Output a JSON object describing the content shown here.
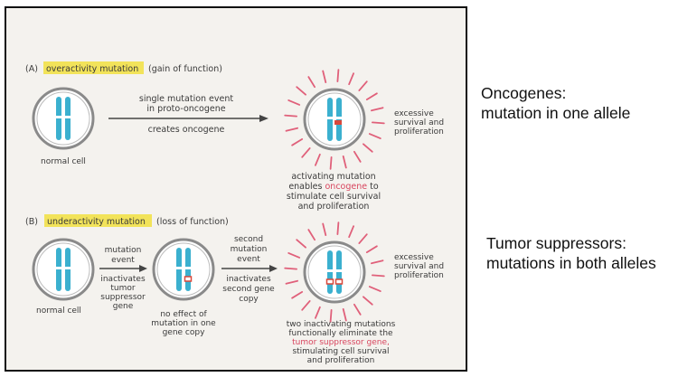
{
  "panel_a": {
    "prefix": "(A)",
    "highlight": "overactivity mutation",
    "suffix": "(gain of function)",
    "arrow_line1": "single mutation event",
    "arrow_line2": "in proto-oncogene",
    "arrow_line3": "creates oncogene",
    "normal_cell": "normal cell",
    "result_line1": "excessive",
    "result_line2": "survival and",
    "result_line3": "proliferation",
    "caption_line1": "activating mutation",
    "caption_line2a": "enables",
    "caption_line2b": "oncogene",
    "caption_line2c": "to",
    "caption_line3": "stimulate cell survival",
    "caption_line4": "and proliferation"
  },
  "panel_b": {
    "prefix": "(B)",
    "highlight": "underactivity mutation",
    "suffix": "(loss of function)",
    "arrow1_top1": "mutation",
    "arrow1_top2": "event",
    "arrow1_bottom1": "inactivates",
    "arrow1_bottom2": "tumor",
    "arrow1_bottom3": "suppressor",
    "arrow1_bottom4": "gene",
    "arrow2_top1": "second",
    "arrow2_top2": "mutation",
    "arrow2_top3": "event",
    "arrow2_bottom1": "inactivates",
    "arrow2_bottom2": "second gene",
    "arrow2_bottom3": "copy",
    "normal_cell": "normal cell",
    "noeffect_line1": "no effect of",
    "noeffect_line2": "mutation in one",
    "noeffect_line3": "gene copy",
    "result_line1": "excessive",
    "result_line2": "survival and",
    "result_line3": "proliferation",
    "caption_line1": "two inactivating mutations",
    "caption_line2": "functionally eliminate the",
    "caption_line3": "tumor suppressor gene,",
    "caption_line4": "stimulating cell survival",
    "caption_line5": "and proliferation"
  },
  "side_labels": {
    "oncogenes_line1": "Oncogenes:",
    "oncogenes_line2": "mutation in one allele",
    "suppressors_line1": "Tumor suppressors:",
    "suppressors_line2": "mutations in both alleles"
  },
  "colors": {
    "chromosome": "#3bb0cf",
    "highlight": "#f2e35a",
    "burst": "#e0607a",
    "mutation_red": "#d9483b",
    "mutation_red_text": "#d8455e"
  }
}
